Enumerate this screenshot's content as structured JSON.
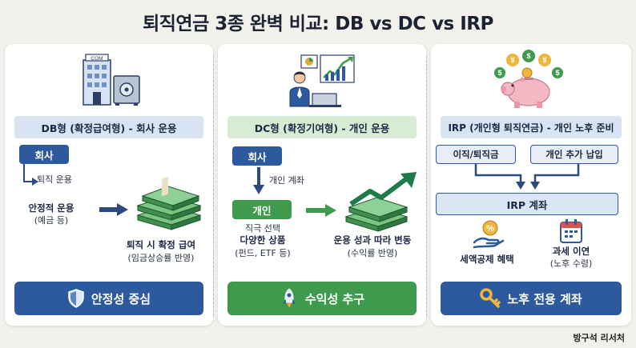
{
  "title": "퇴직연금 3종 완벽 비교: DB vs DC vs IRP",
  "credit": "방구석 리서처",
  "colors": {
    "navy": "#2d5a9c",
    "green": "#3e9a4c",
    "orange": "#e8a636"
  },
  "db": {
    "header": "DB형 (확정급여형) - 회사 운용",
    "company": "회사",
    "arrow_label": "퇴직 운용",
    "stable_title": "안정적 운용",
    "stable_sub": "(예금 등)",
    "result_title": "퇴직 시 확정 급여",
    "result_sub": "(임금상승률 반영)",
    "footer": "안정성 중심",
    "illustration": "office-building-safe-icon",
    "money_icon": "money-stack-icon",
    "footer_icon": "shield-icon"
  },
  "dc": {
    "header": "DC형 (확정기여형) - 개인 운용",
    "company": "회사",
    "arrow_label": "개인 계좌",
    "personal": "개인",
    "choice_label": "직극 선택",
    "products_title": "다양한 상품",
    "products_sub": "(펀드, ETF 등)",
    "result_title": "운용 성과 따라 변동",
    "result_sub": "(수익률 반영)",
    "footer": "수익성 추구",
    "illustration": "investor-charts-icon",
    "money_icon": "money-growth-icon",
    "footer_icon": "rocket-icon"
  },
  "irp": {
    "header": "IRP (개인형 퇴직연금) - 개인 노후 준비",
    "source1": "이직/퇴직금",
    "source2": "개인 추가 납입",
    "account": "IRP 계좌",
    "benefit1": "세액공제 혜택",
    "benefit2_title": "과세 이연",
    "benefit2_sub": "(노후 수령)",
    "footer": "노후 전용 계좌",
    "illustration": "piggy-bank-coins-icon",
    "tax_icon": "hand-percent-icon",
    "calendar_icon": "calendar-icon",
    "footer_icon": "key-icon"
  }
}
